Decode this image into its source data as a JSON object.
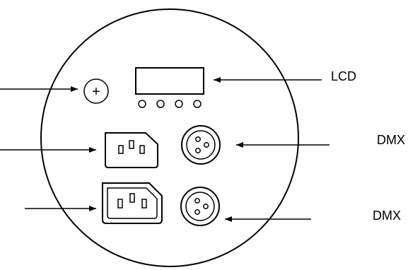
{
  "labels": {
    "lcd": "LCD",
    "dmx_in": "DMX",
    "dmx_out": "DMX"
  },
  "buttons": {
    "count": 4
  },
  "symbols": {
    "fuse": "+"
  },
  "colors": {
    "stroke": "#000000",
    "background": "#ffffff"
  }
}
